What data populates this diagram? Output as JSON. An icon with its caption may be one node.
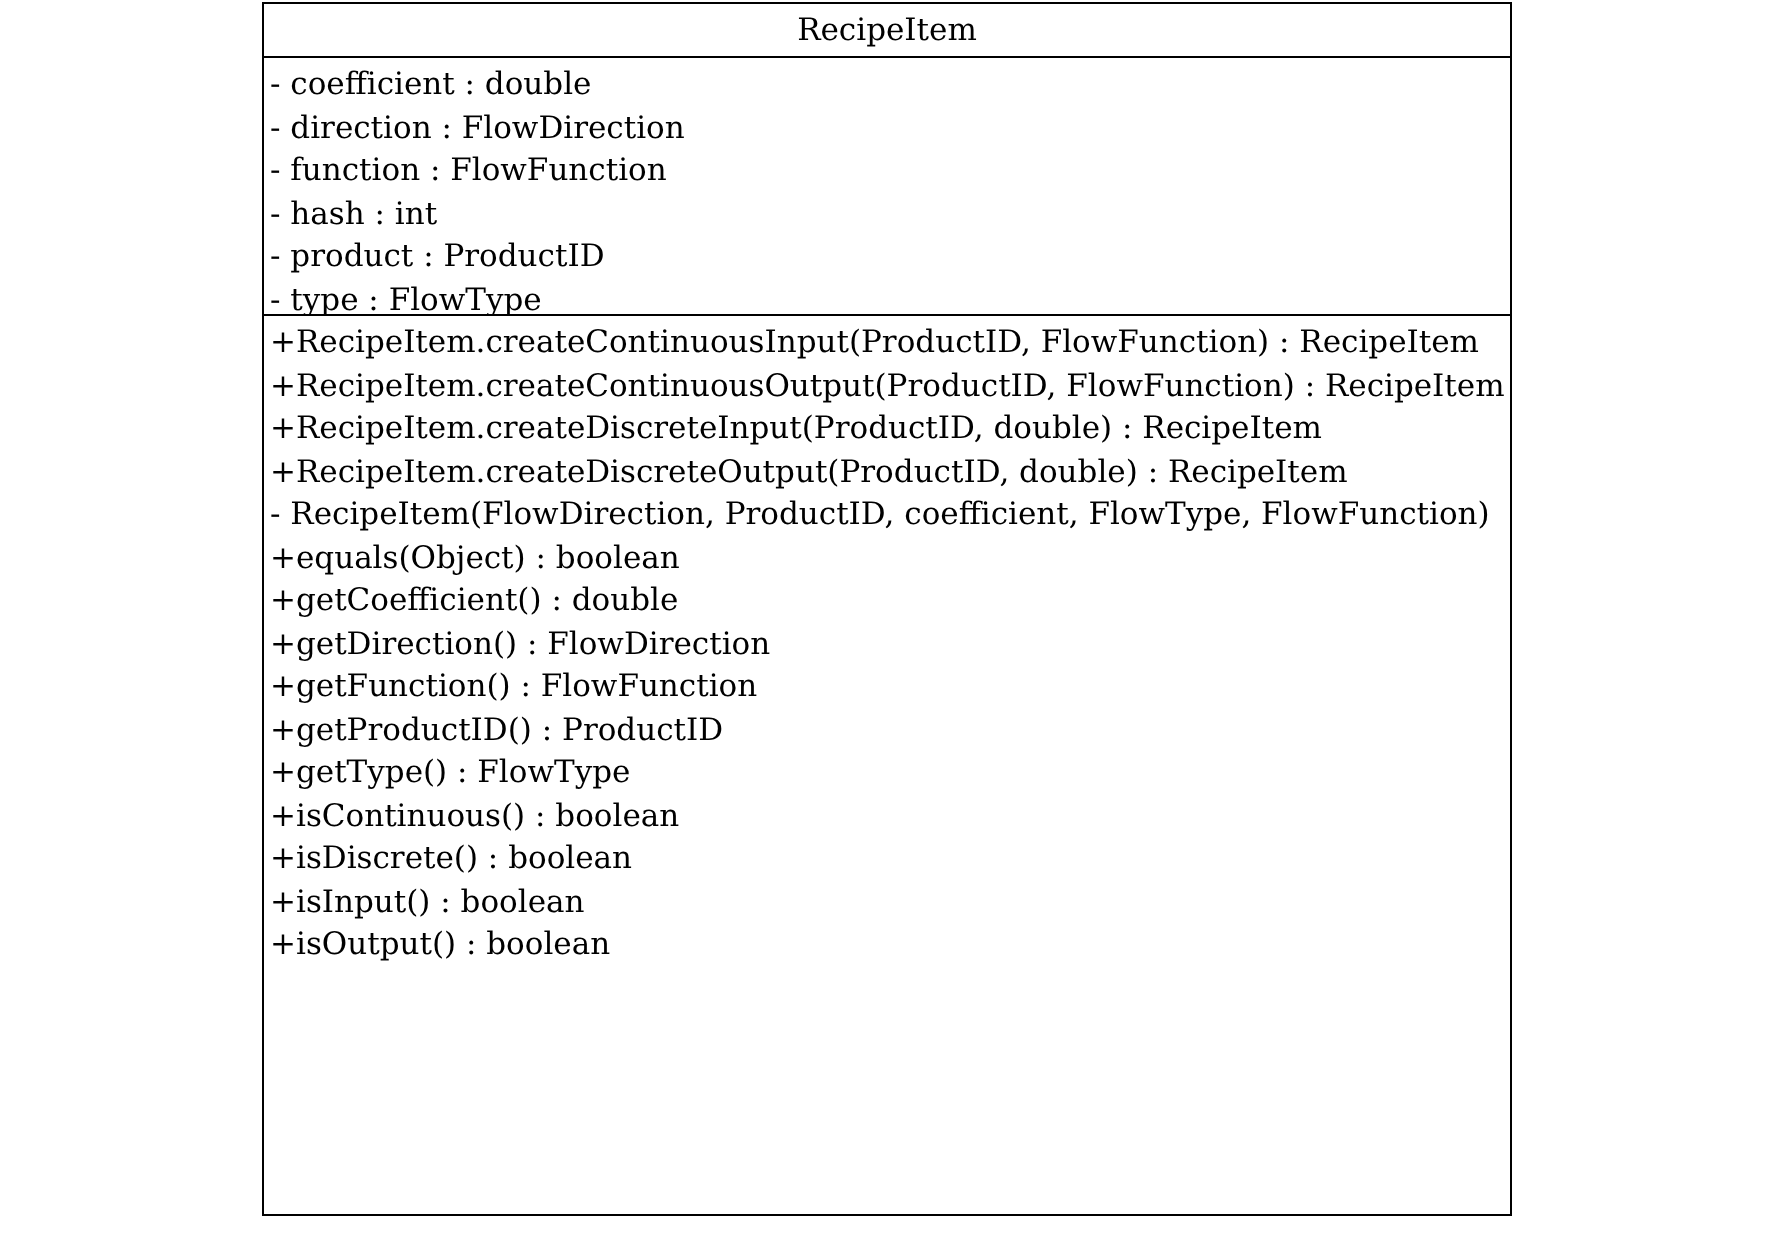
{
  "diagram": {
    "nodes": [
      {
        "text": [
          "RecipeItem"
        ]
      },
      {
        "text": [
          "- coefficient : double",
          "- direction : FlowDirection",
          "- function : FlowFunction",
          "- hash : int",
          "- product : ProductID",
          "- type : FlowType"
        ],
        "in": 0
      },
      {
        "text": [
          "+RecipeItem.createContinuousInput(ProductID, FlowFunction) : RecipeItem",
          "+RecipeItem.createContinuousOutput(ProductID, FlowFunction) : RecipeItem",
          "+RecipeItem.createDiscreteInput(ProductID, double) : RecipeItem",
          "+RecipeItem.createDiscreteOutput(ProductID, double) : RecipeItem",
          "- RecipeItem(FlowDirection, ProductID, coefficient, FlowType, FlowFunction)",
          "+equals(Object) : boolean",
          "+getCoefficient() : double",
          "+getDirection() : FlowDirection",
          "+getFunction() : FlowFunction",
          "+getProductID() : ProductID",
          "+getType() : FlowType",
          "+isContinuous() : boolean",
          "+isDiscrete() : boolean",
          "+isInput() : boolean",
          "+isOutput() : boolean"
        ],
        "in": 0
      }
    ]
  }
}
